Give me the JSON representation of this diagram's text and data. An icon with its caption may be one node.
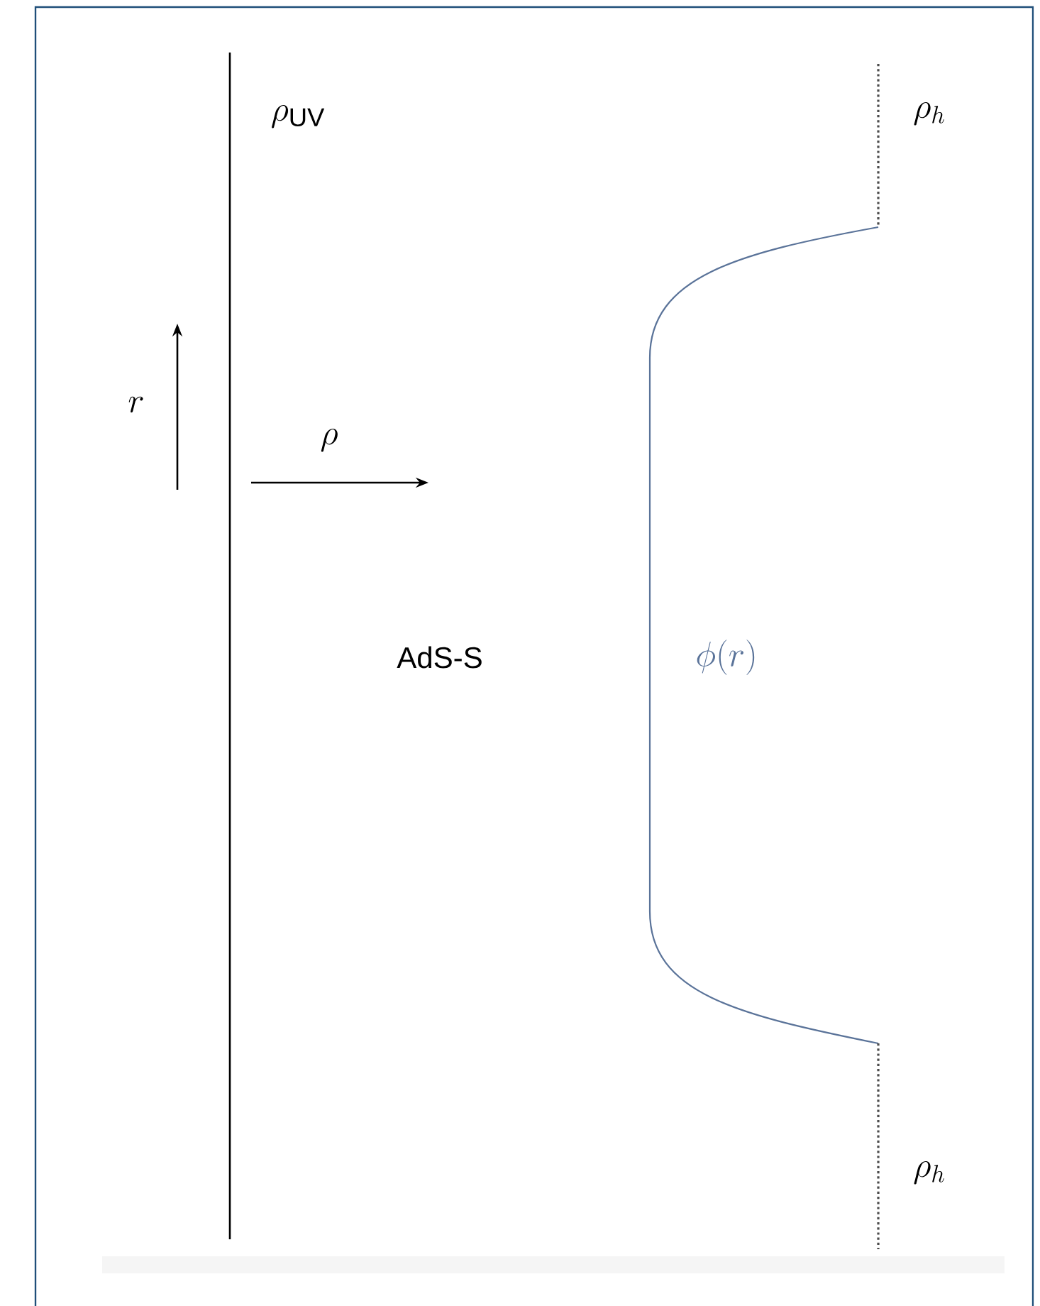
{
  "diagram": {
    "labels": [
      "\\rho_{\\mathrm{UV}}",
      "\\rho_h",
      "r",
      "\\rho",
      "AdS-S",
      "\\phi(r)",
      "\\rho_h"
    ]
  }
}
